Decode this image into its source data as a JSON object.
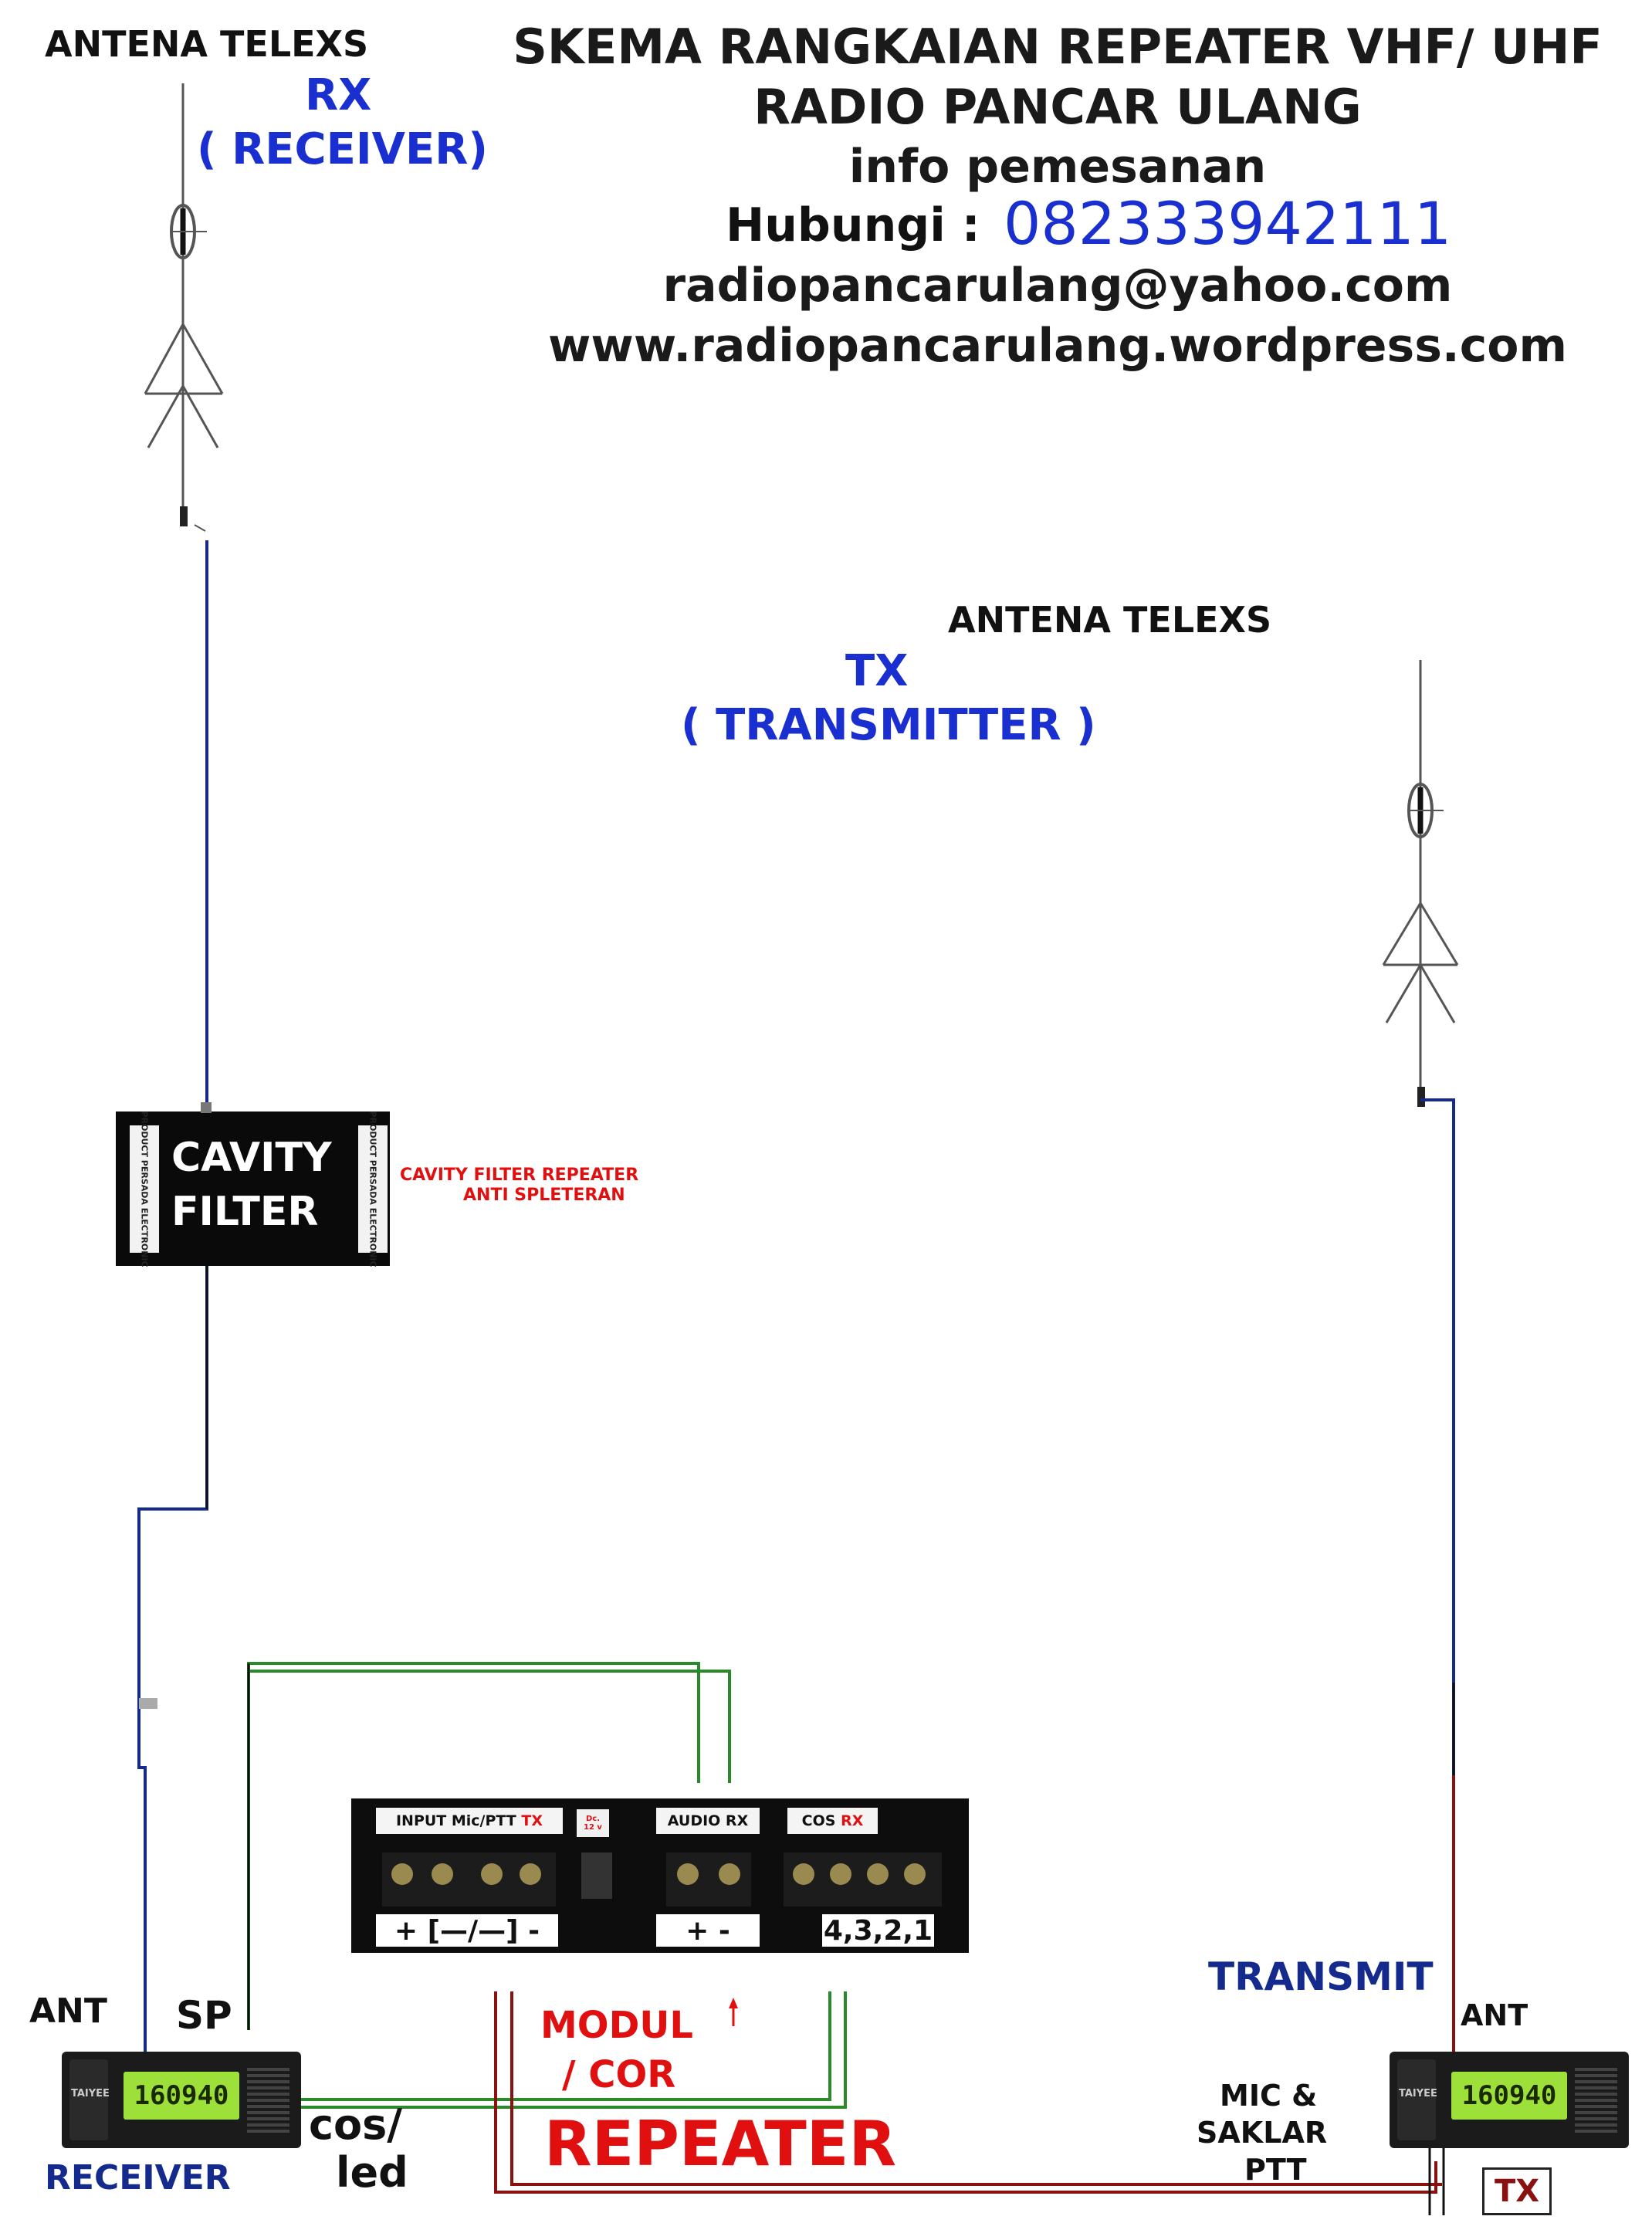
{
  "header": {
    "title_line1": "SKEMA RANGKAIAN REPEATER VHF/ UHF",
    "title_line2": "RADIO PANCAR ULANG",
    "info_line": "info pemesanan",
    "contact_label": "Hubungi :",
    "phone": "082333942111",
    "email": "radiopancarulang@yahoo.com",
    "website": "www.radiopancarulang.wordpress.com"
  },
  "rx_antenna": {
    "title": "ANTENA TELEXS",
    "code": "RX",
    "description": "( RECEIVER)"
  },
  "tx_antenna": {
    "title": "ANTENA TELEXS",
    "code": "TX",
    "description": "( TRANSMITTER )"
  },
  "cavity_filter": {
    "line1": "CAVITY",
    "line2": "FILTER",
    "side_label_line1": "PRODUCT PERSADA",
    "side_label_line2": "ELECTRONIC",
    "note_line1": "CAVITY FILTER REPEATER",
    "note_line2": "ANTI SPLETERAN"
  },
  "module": {
    "input_label": "INPUT Mic/PTT",
    "input_tx": "TX",
    "dc_label": "Dc.",
    "dc_volt": "12 v",
    "audio_label": "AUDIO RX",
    "cos_label": "COS",
    "cos_rx": "RX",
    "input_pins": "+ [—/—] -",
    "audio_pins": "+    -",
    "cos_pins": "4,3,2,1"
  },
  "labels": {
    "modul_line1": "MODUL",
    "modul_line2": "/ COR",
    "repeater": "REPEATER",
    "ant_left": "ANT",
    "sp": "SP",
    "receiver": "RECEIVER",
    "cos_led_line1": "cos/",
    "cos_led_line2": "led",
    "transmit": "TRANSMIT",
    "ant_right": "ANT",
    "mic_line1": "MIC &",
    "mic_line2": "SAKLAR",
    "mic_line3": "PTT",
    "tx_box": "TX"
  },
  "radios": {
    "brand": "TAIYEE",
    "display": "160940"
  },
  "colors": {
    "title": "#1a1a1a",
    "accent_blue": "#1a2fd0",
    "navy_wire": "#142a8c",
    "green_wire": "#2a8a2a",
    "dark_red_wire": "#8b1010",
    "red_text": "#e01010",
    "module_body": "#0d0d0d",
    "lcd": "#9ee03a"
  }
}
